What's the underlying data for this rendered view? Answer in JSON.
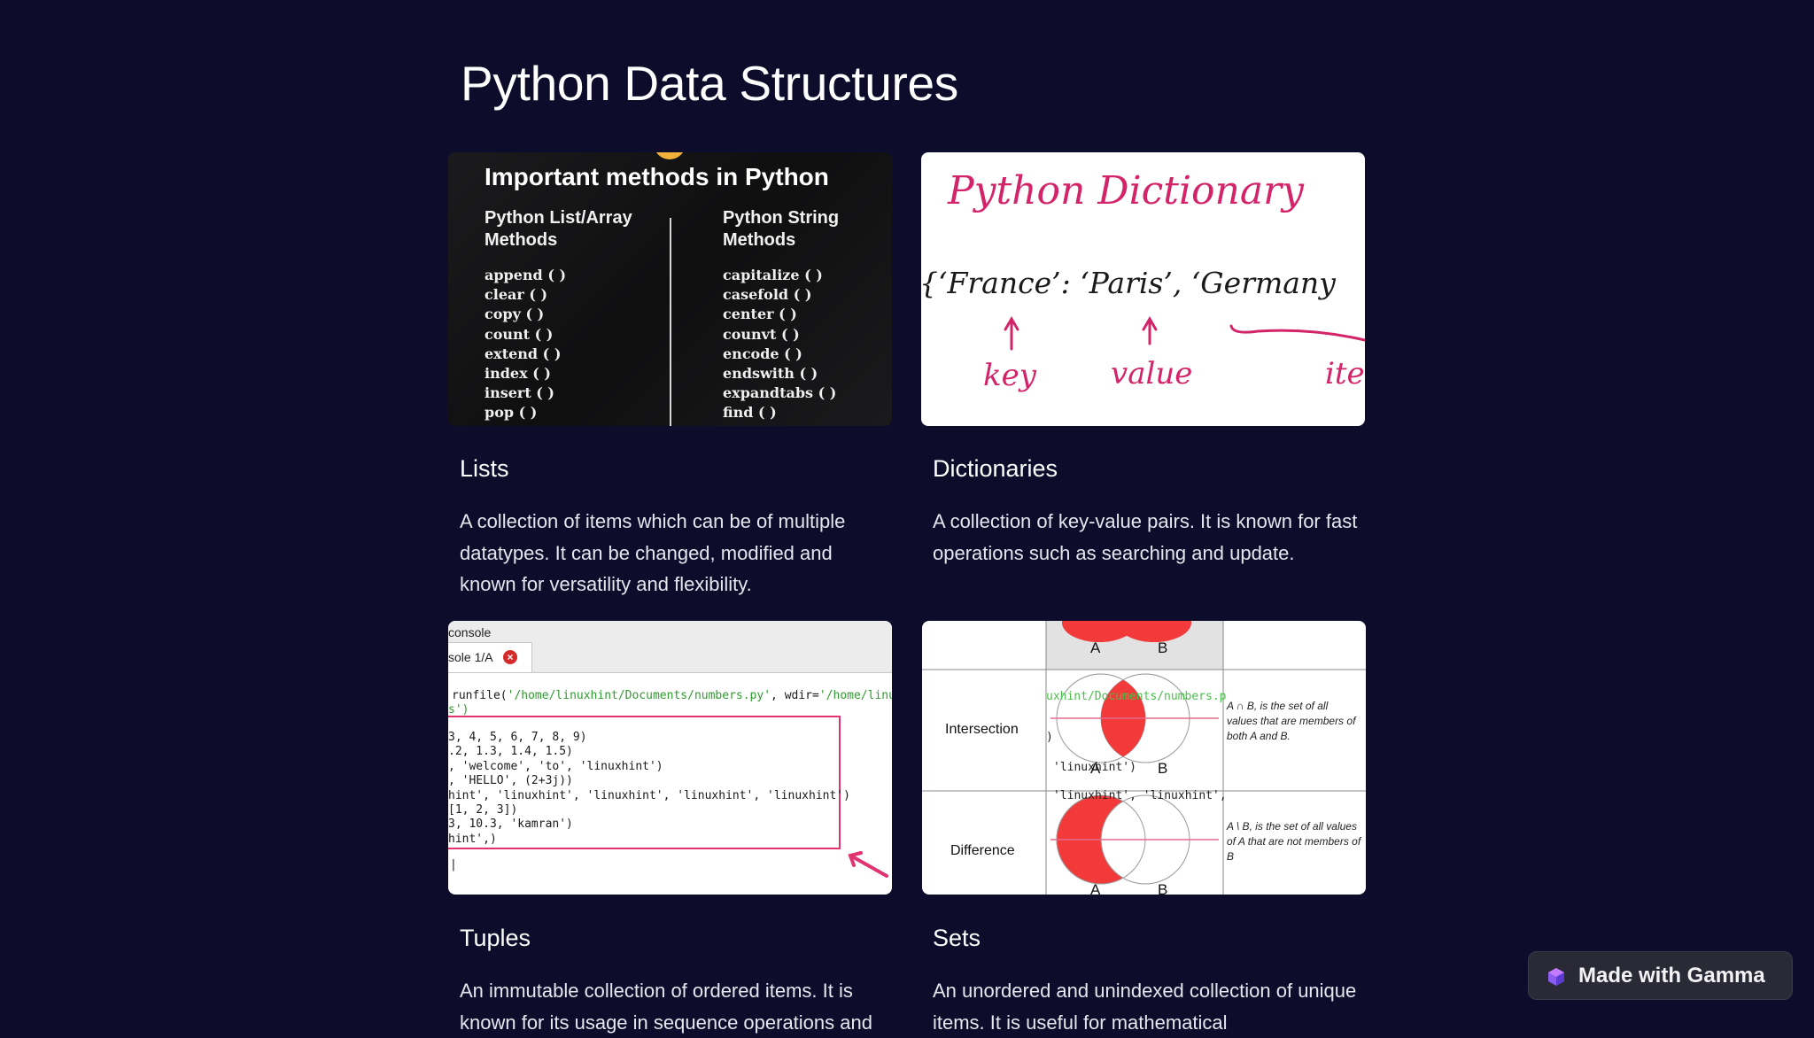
{
  "page": {
    "title": "Python Data Structures"
  },
  "cards": [
    {
      "title": "Lists",
      "description": "A collection of items which can be of multiple datatypes. It can be changed, modified and known for versatility and flexibility.",
      "image": {
        "heading": "Important methods in Python",
        "col1_title": "Python List/Array Methods",
        "col1_items": [
          "append ( )",
          "clear ( )",
          "copy ( )",
          "count ( )",
          "extend ( )",
          "index ( )",
          "insert ( )",
          "pop ( )"
        ],
        "col2_title": "Python String Methods",
        "col2_items": [
          "capitalize ( )",
          "casefold ( )",
          "center ( )",
          "counvt ( )",
          "encode ( )",
          "endswith ( )",
          "expandtabs ( )",
          "find ( )"
        ]
      }
    },
    {
      "title": "Dictionaries",
      "description": "A collection of key-value pairs. It is known for fast operations such as searching and update.",
      "image": {
        "heading": "Python Dictionary",
        "code": "{‘France’: ‘Paris’, ‘Germany",
        "label_key": "key",
        "label_value": "value",
        "label_item": "ite"
      }
    },
    {
      "title": "Tuples",
      "description": "An immutable collection of ordered items. It is known for its usage in sequence operations and",
      "image": {
        "window_title": "console",
        "tab_label": "sole 1/A",
        "close_glyph": "×",
        "run_prefix": "runfile(",
        "run_path": "'/home/linuxhint/Documents/numbers.py'",
        "run_mid": ", wdir=",
        "run_dir": "'/home/linux",
        "run_cont": "s')",
        "output_lines": [
          "3, 4, 5, 6, 7, 8, 9)",
          ".2, 1.3, 1.4, 1.5)",
          ", 'welcome', 'to', 'linuxhint')",
          ", 'HELLO', (2+3j))",
          "hint', 'linuxhint', 'linuxhint', 'linuxhint', 'linuxhint')",
          "[1, 2, 3])",
          "3, 10.3, 'kamran')",
          "hint',)"
        ],
        "cursor": "|"
      }
    },
    {
      "title": "Sets",
      "description": "An unordered and unindexed collection of unique items. It is useful for mathematical",
      "image": {
        "row_intersection": "Intersection",
        "row_difference": "Difference",
        "label_a": "A",
        "label_b": "B",
        "intersection_text": "A ∩ B, is the set of all values that are members of both A and B.",
        "difference_text": "A \\ B, is the set of all values of A that are not members of B",
        "overlay_code_1": "uxhint/Documents/numbers.p",
        "overlay_code_2": "'linuxhint')",
        "overlay_code_3": "'linuxhint', 'linuxhint',",
        "overlay_paren": ")"
      }
    }
  ],
  "badge": {
    "label": "Made with Gamma",
    "icon": "gamma-logo-icon"
  },
  "colors": {
    "background": "#0d0c2a",
    "dictionary_accent": "#d3246a",
    "venn_red": "#f23a3a",
    "console_box": "#e0336f"
  }
}
